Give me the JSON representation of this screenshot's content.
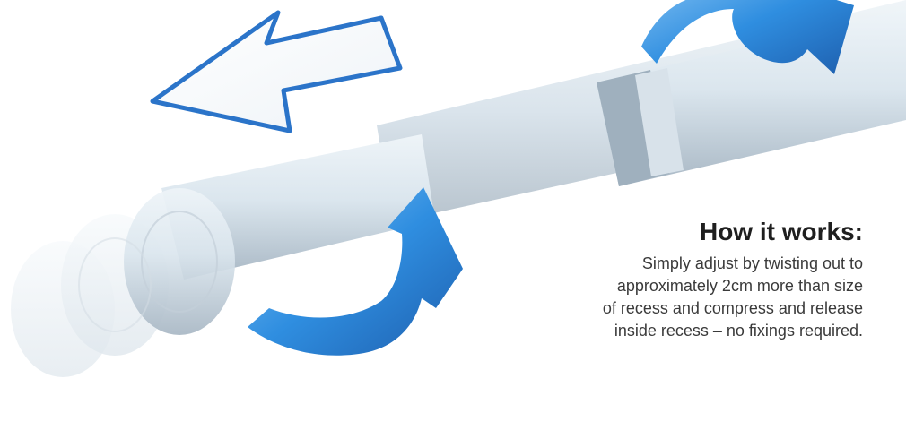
{
  "product_illustration": {
    "icons": {
      "left_arrow": "arrow-left-icon",
      "top_twist": "rotate-arrow-icon",
      "bottom_twist": "rotate-arrow-icon"
    },
    "colors": {
      "rod_fill": "#dfe8ef",
      "rod_shadow": "#9daab5",
      "arrow_fill": "#f6f8fa",
      "arrow_stroke": "#2b74c9",
      "twist_arrow": "#2e86d8",
      "heading_text": "#1f1f1f",
      "body_text": "#3a3a3a"
    }
  },
  "info_panel": {
    "heading": "How it works:",
    "lines": [
      "Simply adjust by twisting out to",
      "approximately 2cm more than size",
      "of recess and compress and release",
      "inside recess – no fixings required."
    ]
  }
}
